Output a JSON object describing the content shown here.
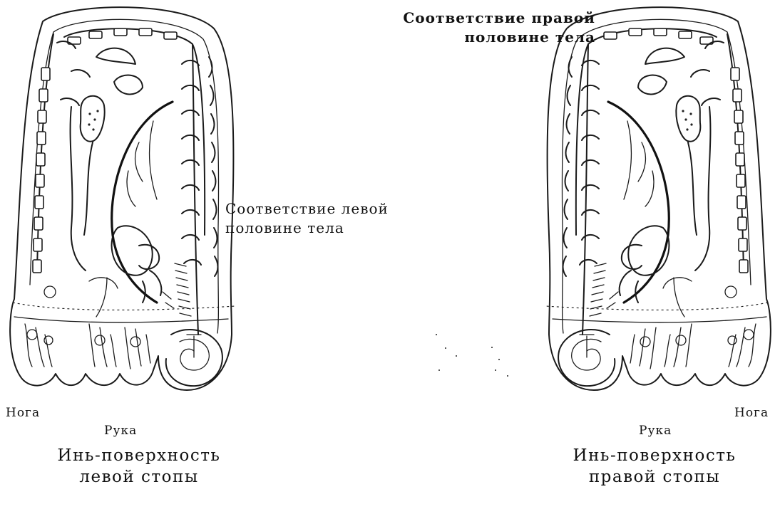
{
  "left_foot": {
    "caption_line1": "Инь-поверхность",
    "caption_line2": "левой стопы",
    "label_leg": "Нога",
    "label_arm": "Рука",
    "label_correspondence_line1": "Соответствие левой",
    "label_correspondence_line2": "половине тела"
  },
  "right_foot": {
    "caption_line1": "Инь-поверхность",
    "caption_line2": "правой стопы",
    "label_leg": "Нога",
    "label_arm": "Рука",
    "label_correspondence_line1": "Соответствие правой",
    "label_correspondence_line2": "половине тела"
  }
}
